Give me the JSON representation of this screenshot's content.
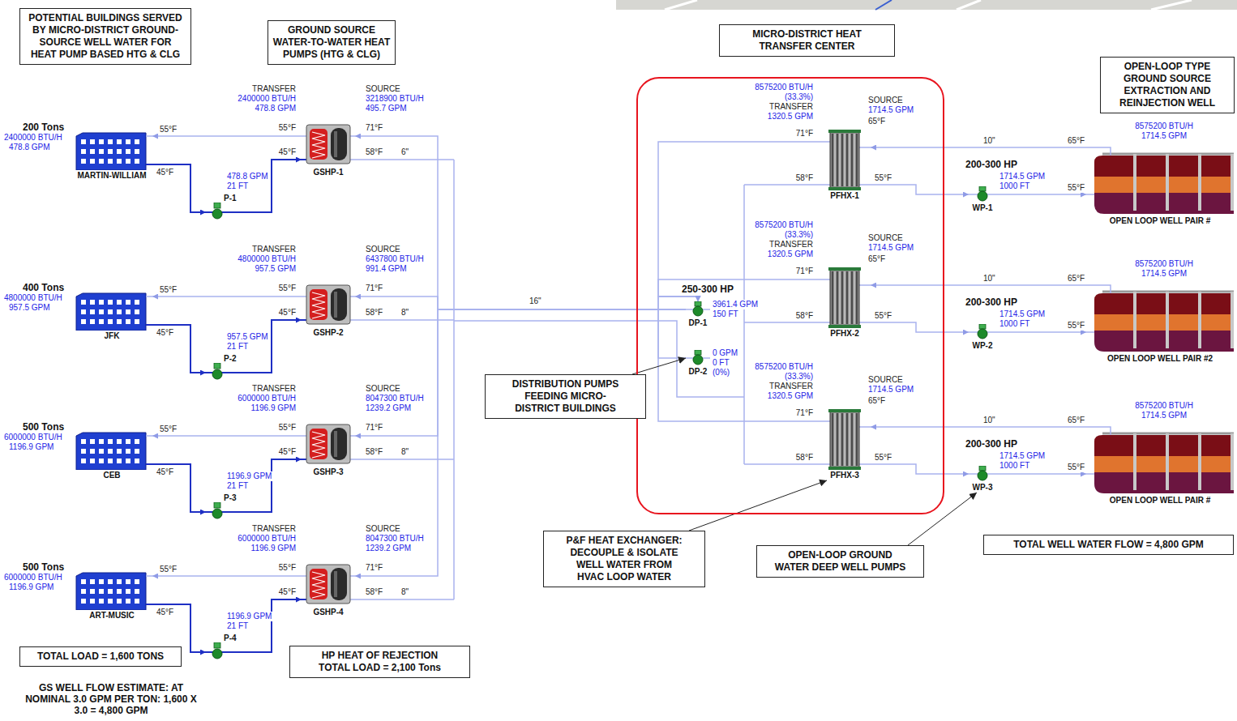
{
  "diagram": {
    "nodes": [
      {
        "text": [
          "POTENTIAL BUILDINGS SERVED BY MICRO-DISTRICT GROUND-SOURCE WELL WATER FOR HEAT PUMP BASED HTG & CLG"
        ]
      },
      {
        "text": [
          "GROUND SOURCE WATER-TO-WATER HEAT PUMPS (HTG & CLG)"
        ]
      },
      {
        "text": [
          "MICRO-DISTRICT HEAT TRANSFER CENTER"
        ]
      },
      {
        "text": [
          "OPEN-LOOP TYPE GROUND SOURCE EXTRACTION AND REINJECTION WELL"
        ]
      },
      {
        "text": [
          "MARTIN-WILLIAM"
        ]
      },
      {
        "text": [
          "GSHP-1"
        ]
      },
      {
        "text": [
          "P-1"
        ]
      },
      {
        "text": [
          "JFK"
        ]
      },
      {
        "text": [
          "GSHP-2"
        ]
      },
      {
        "text": [
          "P-2"
        ]
      },
      {
        "text": [
          "CEB"
        ]
      },
      {
        "text": [
          "GSHP-3"
        ]
      },
      {
        "text": [
          "P-3"
        ]
      },
      {
        "text": [
          "ART-MUSIC"
        ]
      },
      {
        "text": [
          "GSHP-4"
        ]
      },
      {
        "text": [
          "P-4"
        ]
      },
      {
        "text": [
          "PFHX-1"
        ],
        "in": 2
      },
      {
        "text": [
          "PFHX-2"
        ],
        "in": 2
      },
      {
        "text": [
          "PFHX-3"
        ],
        "in": 2
      },
      {
        "text": [
          "DP-1"
        ],
        "in": 2
      },
      {
        "text": [
          "DP-2"
        ],
        "in": 2
      },
      {
        "text": [
          "WP-1"
        ]
      },
      {
        "text": [
          "WP-2"
        ]
      },
      {
        "text": [
          "WP-3"
        ]
      },
      {
        "text": [
          "OPEN LOOP WELL PAIR #"
        ]
      },
      {
        "text": [
          "OPEN LOOP WELL PAIR #2"
        ]
      },
      {
        "text": [
          "OPEN LOOP WELL PAIR #"
        ]
      },
      {
        "text": [
          "DISTRIBUTION PUMPS FEEDING MICRO-DISTRICT BUILDINGS"
        ]
      },
      {
        "text": [
          "P&F HEAT EXCHANGER: DECOUPLE & ISOLATE WELL WATER FROM HVAC LOOP WATER"
        ]
      },
      {
        "text": [
          "OPEN-LOOP GROUND WATER DEEP WELL PUMPS"
        ]
      },
      {
        "text": [
          "TOTAL WELL WATER FLOW = 4,800 GPM"
        ]
      },
      {
        "text": [
          "TOTAL LOAD = 1,600 TONS"
        ]
      },
      {
        "text": [
          "HP HEAT OF REJECTION TOTAL LOAD = 2,100 Tons"
        ]
      }
    ],
    "edges": [
      {
        "from": 5,
        "to": 4,
        "arrow": "to"
      },
      {
        "from": 4,
        "to": 6,
        "arrow": "to"
      },
      {
        "from": 6,
        "to": 5,
        "arrow": "to"
      },
      {
        "from": 8,
        "to": 7,
        "arrow": "to"
      },
      {
        "from": 7,
        "to": 9,
        "arrow": "to"
      },
      {
        "from": 9,
        "to": 8,
        "arrow": "to"
      },
      {
        "from": 11,
        "to": 10,
        "arrow": "to"
      },
      {
        "from": 10,
        "to": 12,
        "arrow": "to"
      },
      {
        "from": 12,
        "to": 11,
        "arrow": "to"
      },
      {
        "from": 14,
        "to": 13,
        "arrow": "to"
      },
      {
        "from": 13,
        "to": 15,
        "arrow": "to"
      },
      {
        "from": 15,
        "to": 14,
        "arrow": "to"
      },
      {
        "from": 19,
        "to": 5,
        "arrow": "to"
      },
      {
        "from": 19,
        "to": 8,
        "arrow": "to"
      },
      {
        "from": 19,
        "to": 11,
        "arrow": "to"
      },
      {
        "from": 19,
        "to": 14,
        "arrow": "to"
      },
      {
        "from": 16,
        "to": 19,
        "arrow": "to"
      },
      {
        "from": 17,
        "to": 19,
        "arrow": "to"
      },
      {
        "from": 18,
        "to": 19,
        "arrow": "to"
      },
      {
        "from": 24,
        "to": 16,
        "arrow": "to"
      },
      {
        "from": 16,
        "to": 21,
        "arrow": "to"
      },
      {
        "from": 21,
        "to": 24,
        "arrow": "to"
      },
      {
        "from": 25,
        "to": 17,
        "arrow": "to"
      },
      {
        "from": 17,
        "to": 22,
        "arrow": "to"
      },
      {
        "from": 22,
        "to": 25,
        "arrow": "to"
      },
      {
        "from": 26,
        "to": 18,
        "arrow": "to"
      },
      {
        "from": 18,
        "to": 23,
        "arrow": "to"
      },
      {
        "from": 23,
        "to": 26,
        "arrow": "to"
      },
      {
        "from": 27,
        "to": 20,
        "arrow": "to"
      },
      {
        "from": 28,
        "to": 18,
        "arrow": "to"
      },
      {
        "from": 29,
        "to": 23,
        "arrow": "to"
      }
    ],
    "labels": [
      "200 Tons",
      "2400000 BTU/H",
      "478.8 GPM",
      "55°F",
      "45°F",
      "478.8 GPM",
      "21 FT",
      "TRANSFER",
      "2400000 BTU/H",
      "478.8 GPM",
      "55°F",
      "SOURCE",
      "3218900 BTU/H",
      "495.7 GPM",
      "71°F",
      "45°F",
      "58°F",
      "6\"",
      "400 Tons",
      "4800000 BTU/H",
      "957.5 GPM",
      "55°F",
      "45°F",
      "957.5 GPM",
      "21 FT",
      "TRANSFER",
      "4800000 BTU/H",
      "957.5 GPM",
      "55°F",
      "SOURCE",
      "6437800 BTU/H",
      "991.4 GPM",
      "71°F",
      "45°F",
      "58°F",
      "8\"",
      "500 Tons",
      "6000000 BTU/H",
      "1196.9 GPM",
      "55°F",
      "45°F",
      "1196.9 GPM",
      "21 FT",
      "TRANSFER",
      "6000000 BTU/H",
      "1196.9 GPM",
      "55°F",
      "SOURCE",
      "8047300 BTU/H",
      "1239.2 GPM",
      "71°F",
      "45°F",
      "58°F",
      "8\"",
      "500 Tons",
      "6000000 BTU/H",
      "1196.9 GPM",
      "55°F",
      "45°F",
      "1196.9 GPM",
      "21 FT",
      "TRANSFER",
      "6000000 BTU/H",
      "1196.9 GPM",
      "55°F",
      "SOURCE",
      "8047300 BTU/H",
      "1239.2 GPM",
      "71°F",
      "45°F",
      "58°F",
      "8\"",
      "16\"",
      "8575200 BTU/H",
      "(33.3%)",
      "TRANSFER",
      "1320.5 GPM",
      "71°F",
      "SOURCE",
      "1714.5 GPM",
      "65°F",
      "58°F",
      "55°F",
      "8575200 BTU/H",
      "(33.3%)",
      "TRANSFER",
      "1320.5 GPM",
      "71°F",
      "SOURCE",
      "1714.5 GPM",
      "65°F",
      "58°F",
      "55°F",
      "8575200 BTU/H",
      "(33.3%)",
      "TRANSFER",
      "1320.5 GPM",
      "71°F",
      "SOURCE",
      "1714.5 GPM",
      "65°F",
      "58°F",
      "55°F",
      "250-300 HP",
      "3961.4 GPM",
      "150 FT",
      "0 GPM",
      "0 FT",
      "(0%)",
      "10\"",
      "65°F",
      "200-300 HP",
      "1714.5 GPM",
      "1000 FT",
      "55°F",
      "8575200 BTU/H",
      "1714.5 GPM",
      "10\"",
      "65°F",
      "200-300 HP",
      "1714.5 GPM",
      "1000 FT",
      "55°F",
      "8575200 BTU/H",
      "1714.5 GPM",
      "10\"",
      "65°F",
      "200-300 HP",
      "1714.5 GPM",
      "1000 FT",
      "55°F",
      "8575200 BTU/H",
      "1714.5 GPM",
      "GS WELL FLOW ESTIMATE: AT NOMINAL 3.0 GPM PER TON: 1,600 X 3.0 = 4,800 GPM"
    ]
  }
}
